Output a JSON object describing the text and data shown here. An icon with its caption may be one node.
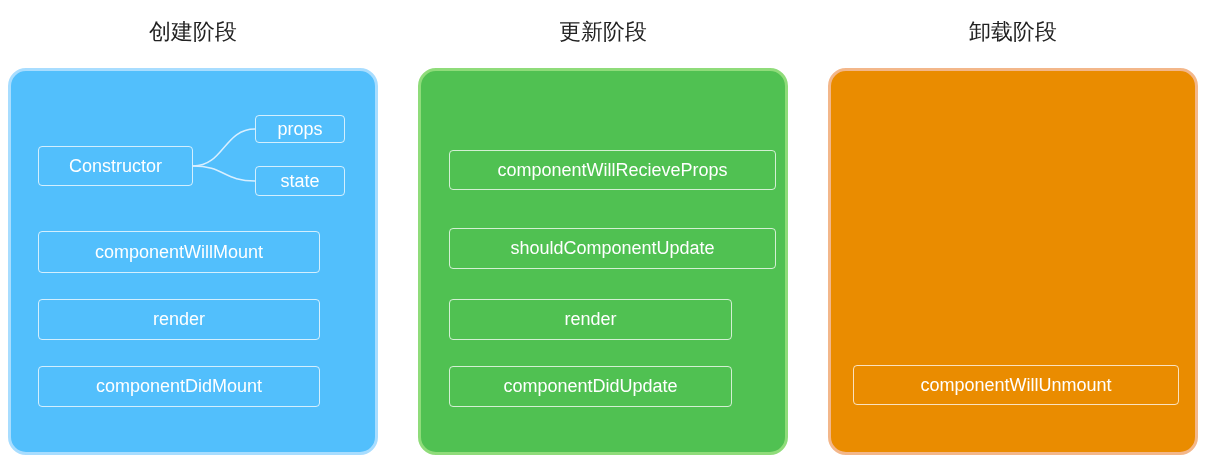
{
  "diagram": {
    "nodes": [
      {
        "text": [
          "创建阶段"
        ]
      },
      {
        "text": [
          "Constructor"
        ],
        "in": 0
      },
      {
        "text": [
          "props"
        ],
        "in": 0
      },
      {
        "text": [
          "state"
        ],
        "in": 0
      },
      {
        "text": [
          "componentWillMount"
        ],
        "in": 0
      },
      {
        "text": [
          "render"
        ],
        "in": 0
      },
      {
        "text": [
          "componentDidMount"
        ],
        "in": 0
      },
      {
        "text": [
          "更新阶段"
        ]
      },
      {
        "text": [
          "componentWillRecieveProps"
        ],
        "in": 7
      },
      {
        "text": [
          "shouldComponentUpdate"
        ],
        "in": 7
      },
      {
        "text": [
          "render"
        ],
        "in": 7
      },
      {
        "text": [
          "componentDidUpdate"
        ],
        "in": 7
      },
      {
        "text": [
          "卸载阶段"
        ]
      },
      {
        "text": [
          "componentWillUnmount"
        ],
        "in": 12
      }
    ],
    "edges": [
      {
        "from": 1,
        "to": 2,
        "arrow": "none"
      },
      {
        "from": 1,
        "to": 3,
        "arrow": "none"
      }
    ]
  }
}
